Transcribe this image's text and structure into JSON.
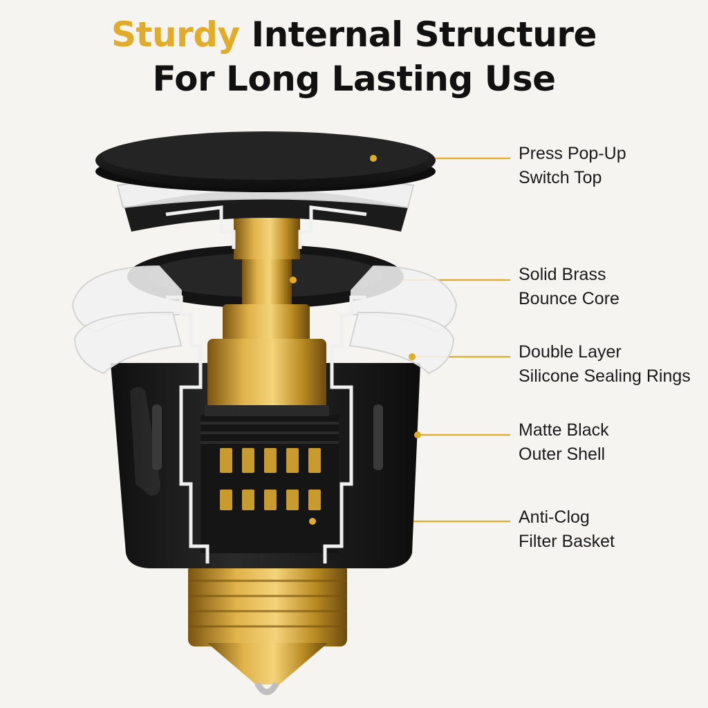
{
  "headline": {
    "accent": "Sturdy",
    "line1_rest": "Internal Structure",
    "line2": "For Long Lasting Use"
  },
  "colors": {
    "accent": "#e2ac2b",
    "text": "#111111",
    "background": "#f5f4f1",
    "brass": "#c99a2e",
    "black_shell": "#1c1c1c",
    "silicone": "#eeeeee"
  },
  "callouts": [
    {
      "line1": "Press Pop-Up",
      "line2": "Switch Top"
    },
    {
      "line1": "Solid Brass",
      "line2": "Bounce Core"
    },
    {
      "line1": "Double Layer",
      "line2": "Silicone Sealing Rings"
    },
    {
      "line1": "Matte Black",
      "line2": "Outer Shell"
    },
    {
      "line1": "Anti-Clog",
      "line2": "Filter Basket"
    }
  ]
}
